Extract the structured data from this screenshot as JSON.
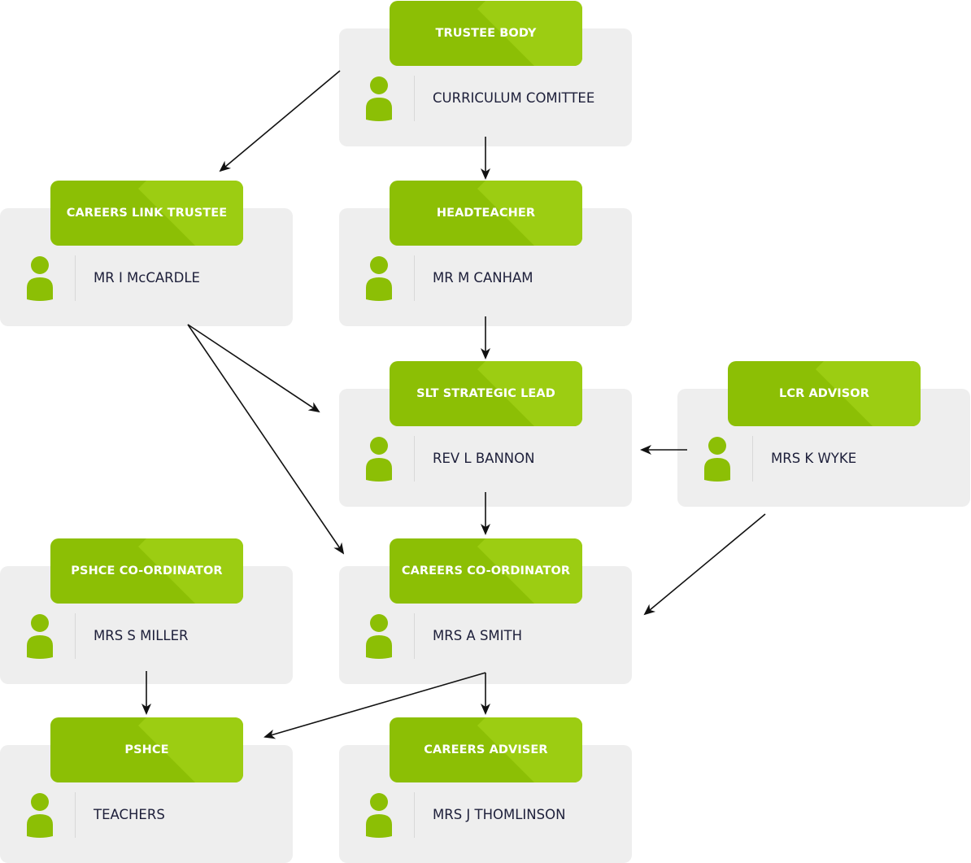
{
  "nodes": {
    "trustee_body": {
      "role": "TRUSTEE BODY",
      "name": "CURRICULUM COMITTEE"
    },
    "careers_link_trustee": {
      "role": "CAREERS LINK TRUSTEE",
      "name": "MR I McCARDLE"
    },
    "headteacher": {
      "role": "HEADTEACHER",
      "name": "MR M CANHAM"
    },
    "slt_strategic_lead": {
      "role": "SLT STRATEGIC LEAD",
      "name": "REV L BANNON"
    },
    "lcr_advisor": {
      "role": "LCR ADVISOR",
      "name": "MRS K WYKE"
    },
    "pshce_coordinator": {
      "role": "PSHCE CO-ORDINATOR",
      "name": "MRS S MILLER"
    },
    "careers_coordinator": {
      "role": "CAREERS CO-ORDINATOR",
      "name": "MRS A SMITH"
    },
    "pshce": {
      "role": "PSHCE",
      "name": "TEACHERS"
    },
    "careers_adviser": {
      "role": "CAREERS ADVISER",
      "name": "MRS J THOMLINSON"
    }
  },
  "edges": [
    {
      "from": "trustee_body",
      "to": "careers_link_trustee"
    },
    {
      "from": "trustee_body",
      "to": "headteacher"
    },
    {
      "from": "headteacher",
      "to": "slt_strategic_lead"
    },
    {
      "from": "careers_link_trustee",
      "to": "slt_strategic_lead"
    },
    {
      "from": "careers_link_trustee",
      "to": "careers_coordinator"
    },
    {
      "from": "lcr_advisor",
      "to": "slt_strategic_lead"
    },
    {
      "from": "lcr_advisor",
      "to": "careers_coordinator"
    },
    {
      "from": "slt_strategic_lead",
      "to": "careers_coordinator"
    },
    {
      "from": "careers_coordinator",
      "to": "pshce"
    },
    {
      "from": "careers_coordinator",
      "to": "careers_adviser"
    },
    {
      "from": "pshce_coordinator",
      "to": "pshce"
    }
  ],
  "colors": {
    "header_green": "#8cbf05",
    "header_green_light": "#9ccd12",
    "card_background": "#eeeeee",
    "name_text": "#1d1f3a",
    "arrow": "#111111",
    "icon": "#8cbf05"
  },
  "icons": {
    "person": "person-icon"
  }
}
